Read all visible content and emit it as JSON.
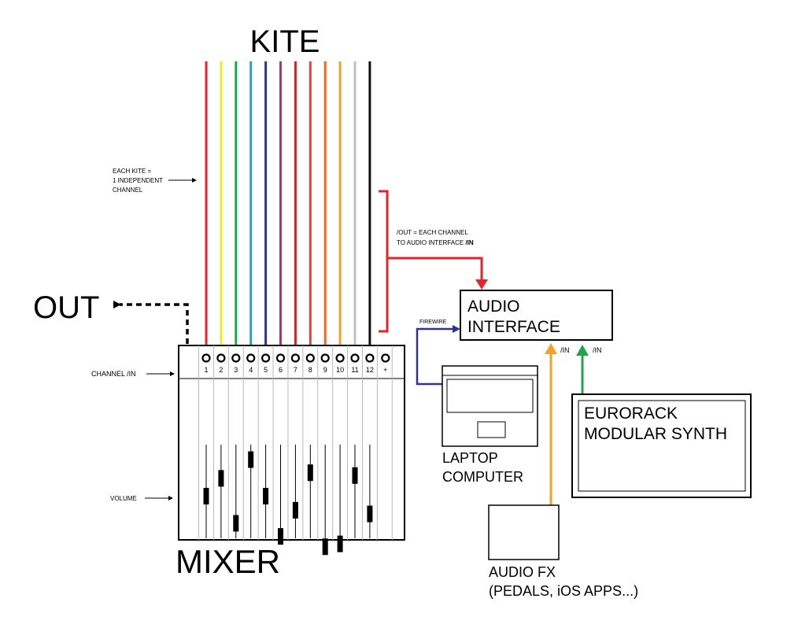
{
  "title": "KITE",
  "out_label": "OUT",
  "mixer": {
    "label": "MIXER",
    "channel_in_label": "CHANNEL /IN",
    "volume_label": "VOLUME",
    "plus_label": "+",
    "fader_levels": [
      0.55,
      0.36,
      0.84,
      0.16,
      0.55,
      0.98,
      0.7,
      0.3,
      1.09,
      1.06,
      0.33,
      0.74
    ]
  },
  "kite_note": {
    "line1": "EACH KITE =",
    "line2": "1 INDEPENDENT",
    "line3": "CHANNEL"
  },
  "out_note": {
    "line1": "/OUT = EACH CHANNEL",
    "line2_prefix": "TO AUDIO INTERFACE ",
    "line2_bold": "/IN"
  },
  "channels": [
    {
      "label": "1",
      "color": "#e8242a"
    },
    {
      "label": "2",
      "color": "#f3e81b"
    },
    {
      "label": "3",
      "color": "#1fa54a"
    },
    {
      "label": "4",
      "color": "#1fa0d8"
    },
    {
      "label": "5",
      "color": "#2c3591"
    },
    {
      "label": "6",
      "color": "#c8218e"
    },
    {
      "label": "7",
      "color": "#c4272f"
    },
    {
      "label": "8",
      "color": "#ed3d3b"
    },
    {
      "label": "9",
      "color": "#e56a2b"
    },
    {
      "label": "10",
      "color": "#f6a02c"
    },
    {
      "label": "11",
      "color": "#c0c0c0"
    },
    {
      "label": "12",
      "color": "#111111"
    }
  ],
  "audio_interface": {
    "line1": "AUDIO",
    "line2": "INTERFACE"
  },
  "firewire_label": "FIREWIRE",
  "laptop": {
    "line1": "LAPTOP",
    "line2": "COMPUTER"
  },
  "eurorack": {
    "line1": "EURORACK",
    "line2": "MODULAR SYNTH"
  },
  "audio_fx": {
    "line1": "AUDIO FX",
    "line2": "(PEDALS, iOS APPS...)"
  },
  "in_label_fx": "/IN",
  "in_label_synth": "/IN",
  "colors": {
    "red_bus": "#e8242a",
    "firewire": "#2c3591",
    "fx_cable": "#f6a02c",
    "synth_cable": "#1fa54a"
  }
}
